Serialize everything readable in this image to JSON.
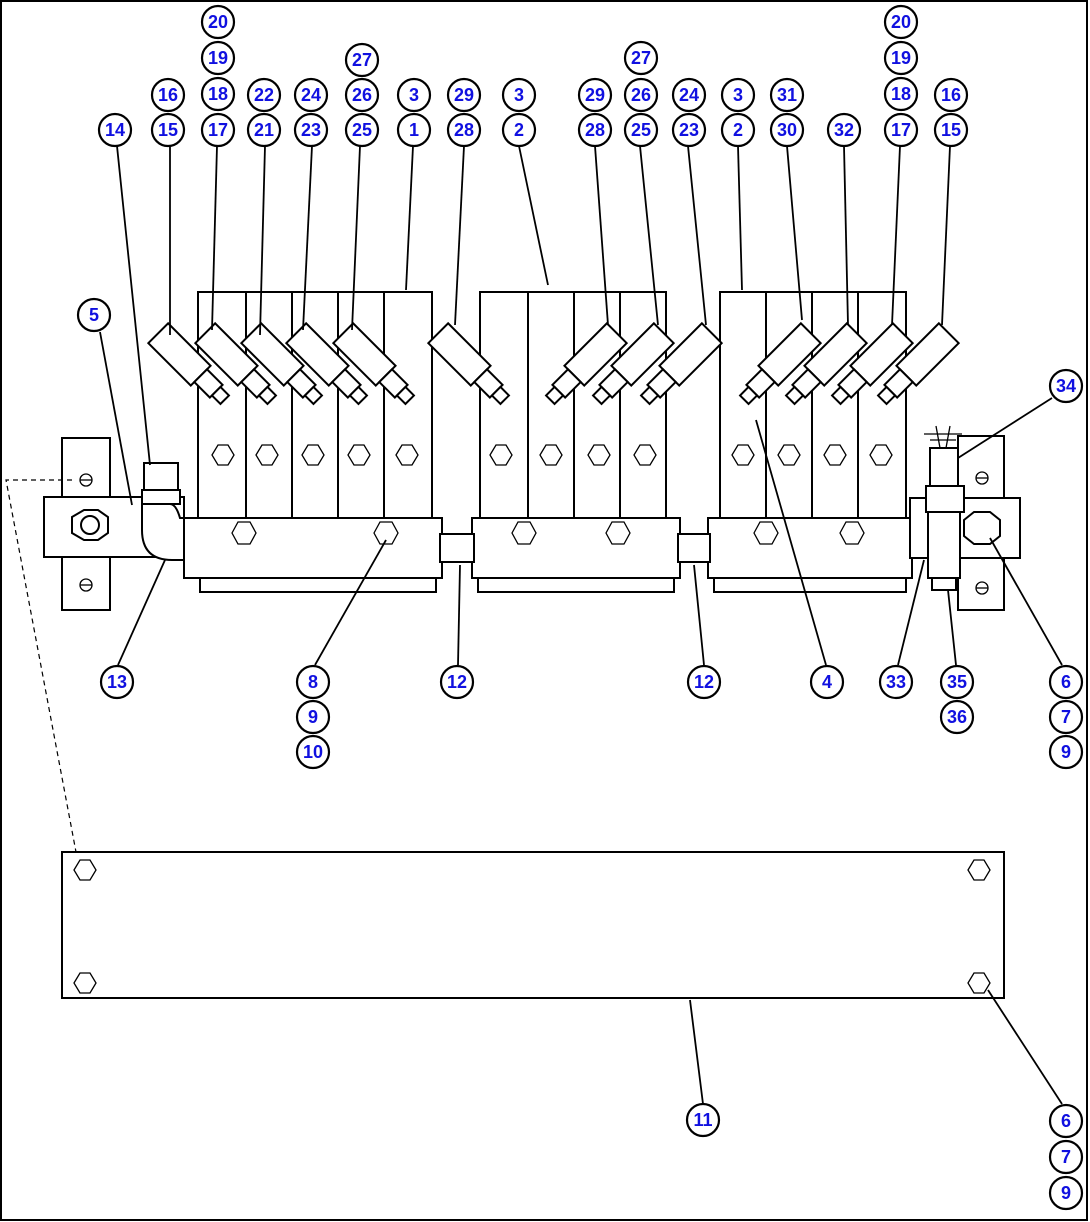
{
  "callouts": [
    {
      "label": "20"
    },
    {
      "label": "19"
    },
    {
      "label": "18"
    },
    {
      "label": "17"
    },
    {
      "label": "27"
    },
    {
      "label": "26"
    },
    {
      "label": "25"
    },
    {
      "label": "16"
    },
    {
      "label": "15"
    },
    {
      "label": "22"
    },
    {
      "label": "21"
    },
    {
      "label": "24"
    },
    {
      "label": "23"
    },
    {
      "label": "3"
    },
    {
      "label": "1"
    },
    {
      "label": "29"
    },
    {
      "label": "28"
    },
    {
      "label": "3"
    },
    {
      "label": "2"
    },
    {
      "label": "14"
    },
    {
      "label": "27"
    },
    {
      "label": "26"
    },
    {
      "label": "25"
    },
    {
      "label": "29"
    },
    {
      "label": "28"
    },
    {
      "label": "24"
    },
    {
      "label": "23"
    },
    {
      "label": "3"
    },
    {
      "label": "2"
    },
    {
      "label": "31"
    },
    {
      "label": "30"
    },
    {
      "label": "32"
    },
    {
      "label": "20"
    },
    {
      "label": "19"
    },
    {
      "label": "18"
    },
    {
      "label": "17"
    },
    {
      "label": "16"
    },
    {
      "label": "15"
    },
    {
      "label": "5"
    },
    {
      "label": "34"
    },
    {
      "label": "13"
    },
    {
      "label": "8"
    },
    {
      "label": "9"
    },
    {
      "label": "10"
    },
    {
      "label": "12"
    },
    {
      "label": "12"
    },
    {
      "label": "4"
    },
    {
      "label": "33"
    },
    {
      "label": "35"
    },
    {
      "label": "36"
    },
    {
      "label": "6"
    },
    {
      "label": "7"
    },
    {
      "label": "9"
    },
    {
      "label": "11"
    },
    {
      "label": "6"
    },
    {
      "label": "7"
    },
    {
      "label": "9"
    }
  ]
}
